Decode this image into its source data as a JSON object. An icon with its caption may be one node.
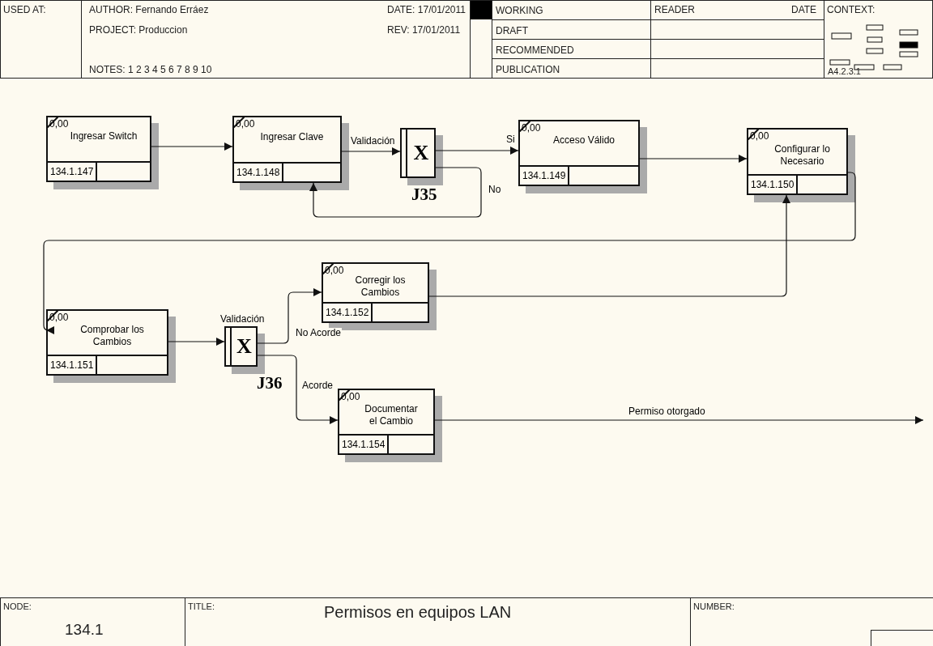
{
  "diagram": {
    "title": "Permisos en equipos LAN",
    "nodes": [
      {
        "text": [
          "0,00",
          "Ingresar Switch",
          "134.1.147"
        ]
      },
      {
        "text": [
          "0,00",
          "Ingresar Clave",
          "134.1.148"
        ]
      },
      {
        "text": [
          "X"
        ],
        "beside": [
          "J35"
        ]
      },
      {
        "text": [
          "0,00",
          "Acceso Válido",
          "134.1.149"
        ]
      },
      {
        "text": [
          "0,00",
          "Configurar lo Necesario",
          "134.1.150"
        ]
      },
      {
        "text": [
          "0,00",
          "Comprobar los Cambios",
          "134.1.151"
        ]
      },
      {
        "text": [
          "X"
        ],
        "beside": [
          "J36"
        ]
      },
      {
        "text": [
          "0,00",
          "Corregir los Cambios",
          "134.1.152"
        ]
      },
      {
        "text": [
          "0,00",
          "Documentar el Cambio",
          "134.1.154"
        ]
      }
    ],
    "edges": [
      {
        "from": 0,
        "to": 1,
        "arrow": "to"
      },
      {
        "from": 1,
        "to": 2,
        "arrow": "to",
        "label": "Validación"
      },
      {
        "from": 2,
        "to": 3,
        "arrow": "to",
        "label": "Si"
      },
      {
        "from": 2,
        "to": 1,
        "arrow": "to",
        "label": "No"
      },
      {
        "from": 3,
        "to": 4,
        "arrow": "to"
      },
      {
        "from": 4,
        "to": 5,
        "arrow": "to"
      },
      {
        "from": 5,
        "to": 6,
        "arrow": "to",
        "label": "Validación"
      },
      {
        "from": 6,
        "to": 7,
        "arrow": "to",
        "label": "No Acorde"
      },
      {
        "from": 6,
        "to": 8,
        "arrow": "to",
        "label": "Acorde"
      },
      {
        "from": 7,
        "to": 4,
        "arrow": "to"
      },
      {
        "from": 8,
        "to": null,
        "arrow": "to",
        "label": "Permiso otorgado"
      }
    ],
    "labels": [
      "USED AT:",
      "AUTHOR: Fernando Erráez",
      "DATE: 17/01/2011",
      "WORKING",
      "READER",
      "DATE",
      "CONTEXT:",
      "PROJECT: Produccion",
      "REV: 17/01/2011",
      "DRAFT",
      "RECOMMENDED",
      "NOTES: 1 2 3 4 5 6 7 8 9 10",
      "PUBLICATION",
      "A4.2.3.1",
      "NODE:",
      "TITLE:",
      "NUMBER:",
      "134.1"
    ]
  }
}
